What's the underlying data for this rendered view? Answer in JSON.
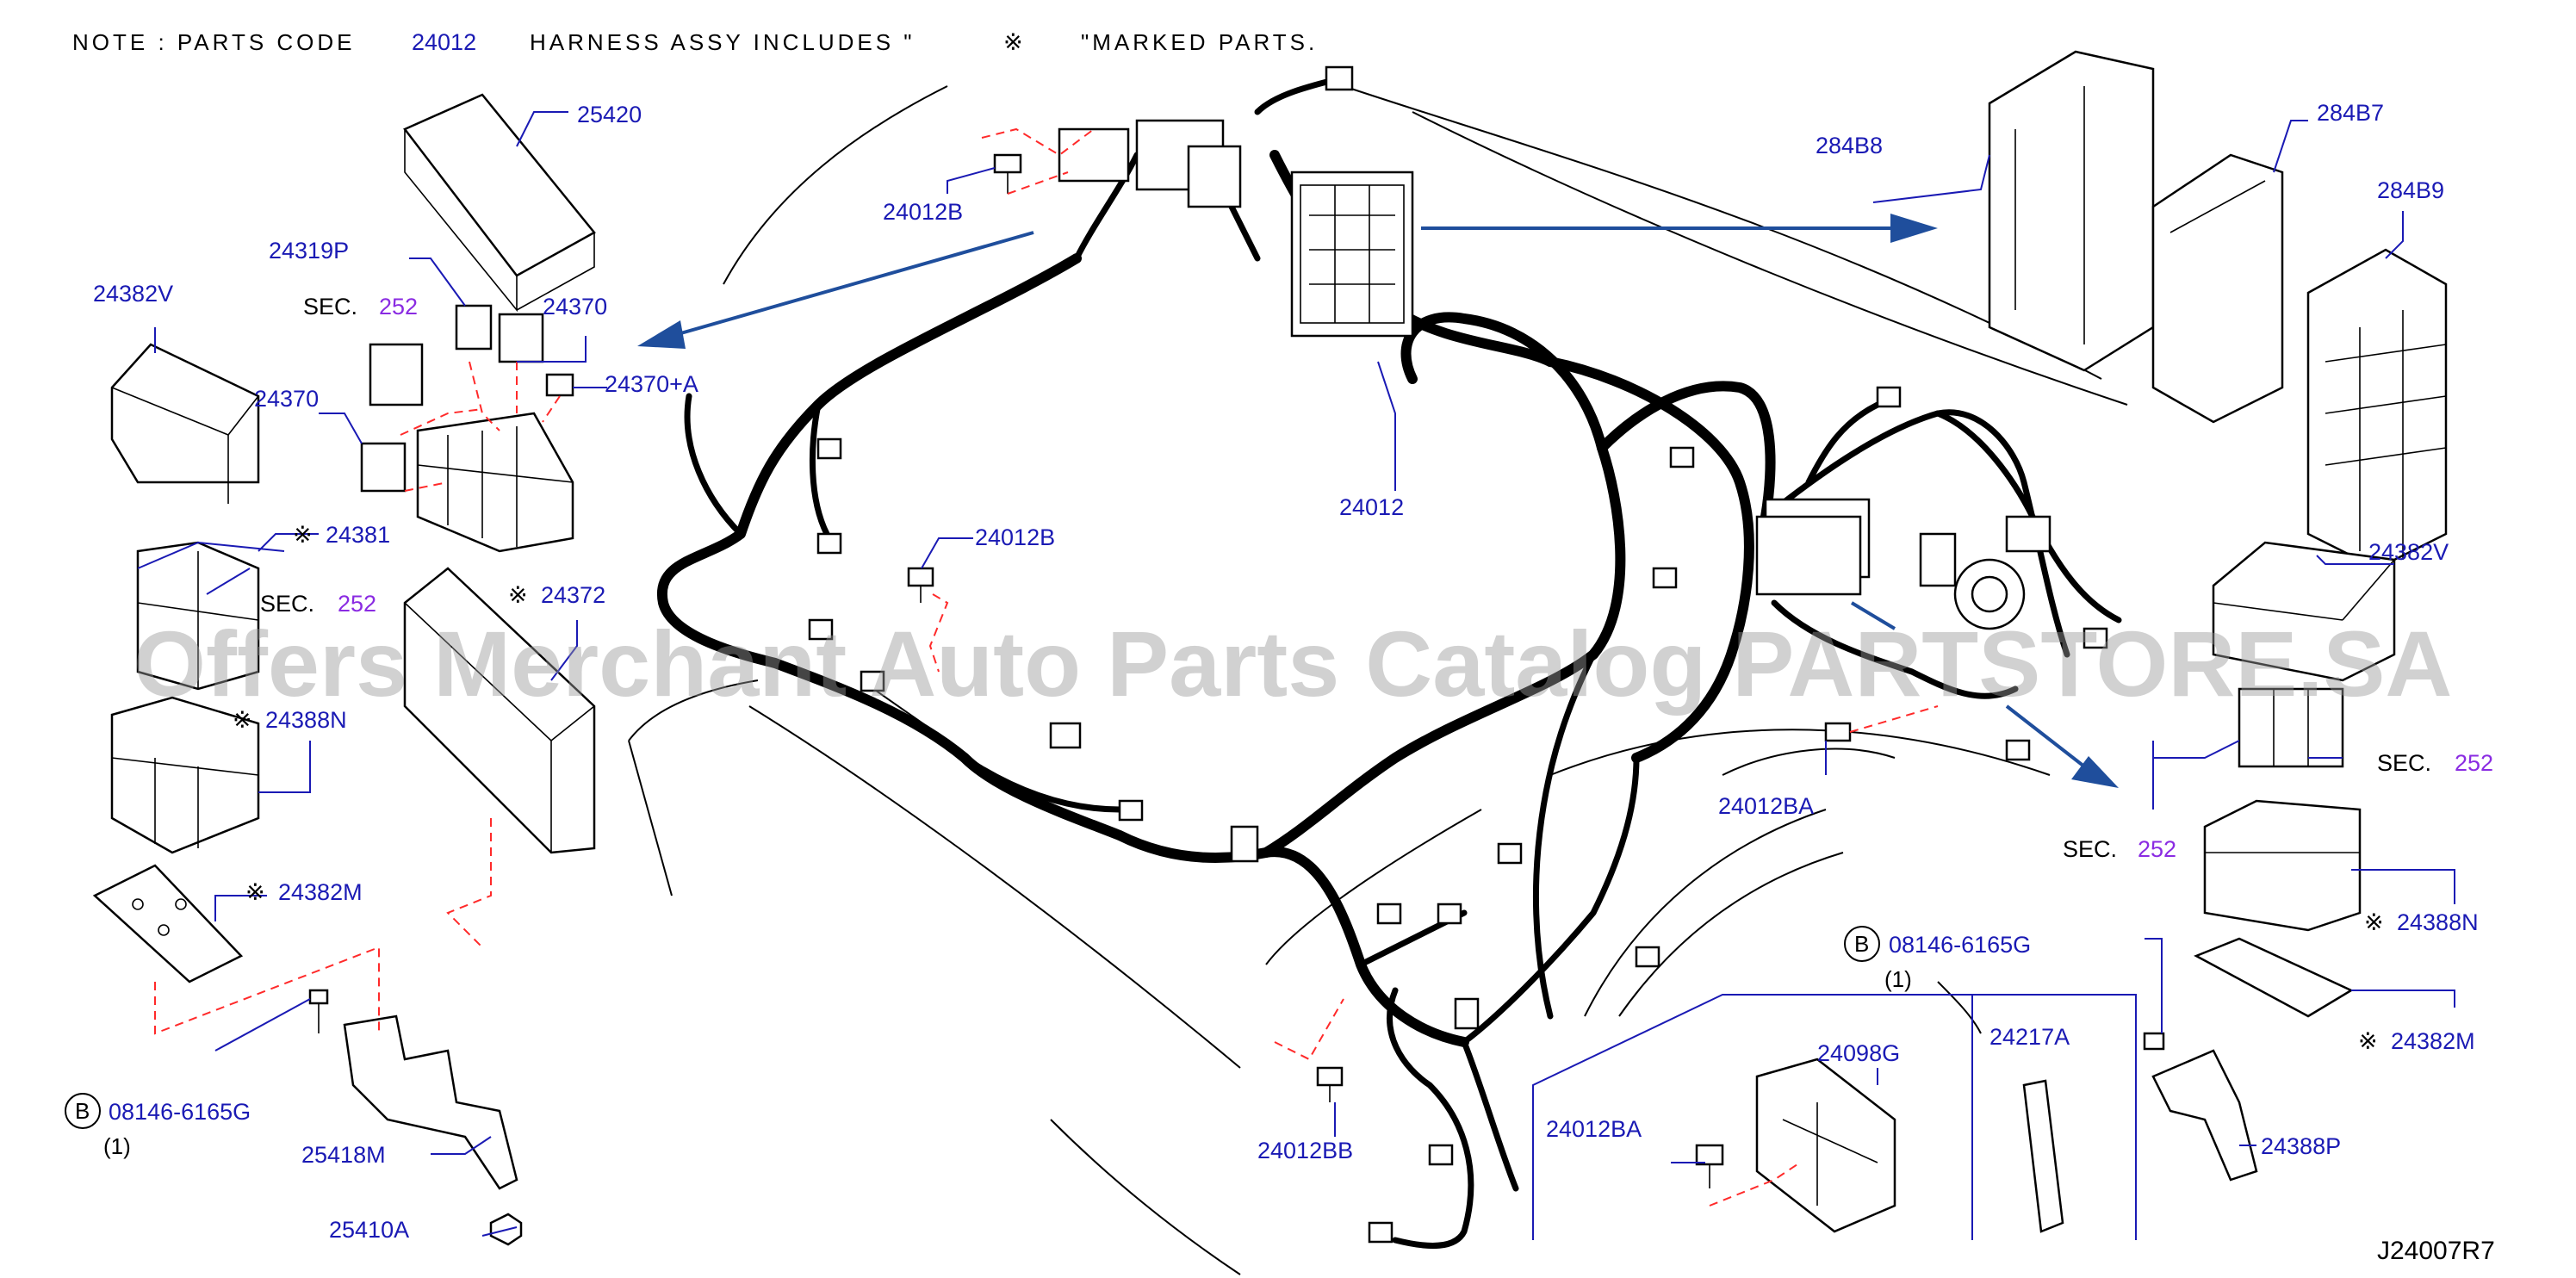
{
  "note": {
    "prefix": "NOTE : PARTS CODE",
    "code": "24012",
    "middle": "HARNESS ASSY INCLUDES \"",
    "mark": "※",
    "suffix": "\"MARKED PARTS."
  },
  "watermark": "Offers Merchant Auto Parts Catalog PARTSTORE.SA",
  "diagram_id": "J24007R7",
  "mark_symbol": "※",
  "bolt_circle_letter": "B",
  "sec_word": "SEC.",
  "parts": {
    "p25420": "25420",
    "p24319P": "24319P",
    "p24382V_left": "24382V",
    "p24370_top": "24370",
    "p24370_left": "24370",
    "p24370A": "24370+A",
    "p24381": "24381",
    "p24372": "24372",
    "p24388N_left": "24388N",
    "p24382M_left": "24382M",
    "p08146_left": "08146-6165G",
    "qty_left": "(1)",
    "p25418M": "25418M",
    "p25410A": "25410A",
    "p24012B_top": "24012B",
    "p24012B_mid": "24012B",
    "p24012": "24012",
    "p24012BA_mid": "24012BA",
    "p24012BB": "24012BB",
    "p08146_right": "08146-6165G",
    "qty_right": "(1)",
    "p24098G": "24098G",
    "p24217A": "24217A",
    "p24012BA_box": "24012BA",
    "p284B8": "284B8",
    "p284B7": "284B7",
    "p284B9": "284B9",
    "p24382V_right": "24382V",
    "p24388N_right": "24388N",
    "p24382M_right": "24382M",
    "p24388P": "24388P"
  },
  "sec_refs": {
    "sec_left_top": "252",
    "sec_left_mid": "252",
    "sec_right_mid": "252",
    "sec_right_low": "252"
  },
  "colors": {
    "callout": "#1a1ab4",
    "sec_number": "#8a2be2",
    "dashed_guide": "#ff2a2a",
    "arrow": "#1f4e9c"
  }
}
